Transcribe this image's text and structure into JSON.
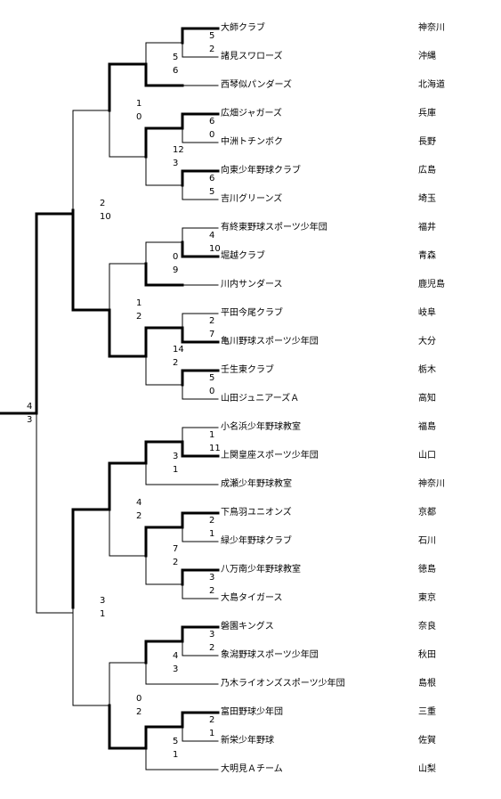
{
  "teams": [
    {
      "name": "大師クラブ",
      "pref": "神奈川"
    },
    {
      "name": "諸見スワローズ",
      "pref": "沖縄"
    },
    {
      "name": "西琴似パンダーズ",
      "pref": "北海道"
    },
    {
      "name": "広畑ジャガーズ",
      "pref": "兵庫"
    },
    {
      "name": "中洲トチンボク",
      "pref": "長野"
    },
    {
      "name": "向東少年野球クラブ",
      "pref": "広島"
    },
    {
      "name": "吉川グリーンズ",
      "pref": "埼玉"
    },
    {
      "name": "有終東野球スポーツ少年団",
      "pref": "福井"
    },
    {
      "name": "堀越クラブ",
      "pref": "青森"
    },
    {
      "name": "川内サンダース",
      "pref": "鹿児島"
    },
    {
      "name": "平田今尾クラブ",
      "pref": "岐阜"
    },
    {
      "name": "亀川野球スポーツ少年団",
      "pref": "大分"
    },
    {
      "name": "壬生東クラブ",
      "pref": "栃木"
    },
    {
      "name": "山田ジュニアーズＡ",
      "pref": "高知"
    },
    {
      "name": "小名浜少年野球教室",
      "pref": "福島"
    },
    {
      "name": "上関皇座スポーツ少年団",
      "pref": "山口"
    },
    {
      "name": "成瀬少年野球教室",
      "pref": "神奈川"
    },
    {
      "name": "下鳥羽ユニオンズ",
      "pref": "京都"
    },
    {
      "name": "緑少年野球クラブ",
      "pref": "石川"
    },
    {
      "name": "八万南少年野球教室",
      "pref": "徳島"
    },
    {
      "name": "大島タイガース",
      "pref": "東京"
    },
    {
      "name": "磐園キングス",
      "pref": "奈良"
    },
    {
      "name": "象潟野球スポーツ少年団",
      "pref": "秋田"
    },
    {
      "name": "乃木ライオンズスポーツ少年団",
      "pref": "島根"
    },
    {
      "name": "富田野球少年団",
      "pref": "三重"
    },
    {
      "name": "新栄少年野球",
      "pref": "佐賀"
    },
    {
      "name": "大明見Ａチーム",
      "pref": "山梨"
    }
  ],
  "matches": [
    {
      "id": "m1",
      "top": "5",
      "bottom": "2"
    },
    {
      "id": "m2",
      "top": "5",
      "bottom": "6"
    },
    {
      "id": "m3",
      "top": "6",
      "bottom": "0"
    },
    {
      "id": "m4",
      "top": "6",
      "bottom": "5"
    },
    {
      "id": "m5",
      "top": "12",
      "bottom": "3"
    },
    {
      "id": "m6",
      "top": "1",
      "bottom": "0"
    },
    {
      "id": "m7",
      "top": "4",
      "bottom": "10"
    },
    {
      "id": "m8",
      "top": "0",
      "bottom": "9"
    },
    {
      "id": "m9",
      "top": "2",
      "bottom": "7"
    },
    {
      "id": "m10",
      "top": "5",
      "bottom": "0"
    },
    {
      "id": "m11",
      "top": "14",
      "bottom": "2"
    },
    {
      "id": "m12",
      "top": "1",
      "bottom": "2"
    },
    {
      "id": "m13",
      "top": "2",
      "bottom": "10"
    },
    {
      "id": "m14",
      "top": "1",
      "bottom": "11"
    },
    {
      "id": "m15",
      "top": "3",
      "bottom": "1"
    },
    {
      "id": "m16",
      "top": "2",
      "bottom": "1"
    },
    {
      "id": "m17",
      "top": "3",
      "bottom": "2"
    },
    {
      "id": "m18",
      "top": "7",
      "bottom": "2"
    },
    {
      "id": "m19",
      "top": "4",
      "bottom": "2"
    },
    {
      "id": "m20",
      "top": "3",
      "bottom": "2"
    },
    {
      "id": "m21",
      "top": "4",
      "bottom": "3"
    },
    {
      "id": "m22",
      "top": "2",
      "bottom": "1"
    },
    {
      "id": "m23",
      "top": "5",
      "bottom": "1"
    },
    {
      "id": "m24",
      "top": "0",
      "bottom": "2"
    },
    {
      "id": "m25",
      "top": "3",
      "bottom": "1"
    },
    {
      "id": "m26",
      "top": "4",
      "bottom": "3"
    }
  ]
}
